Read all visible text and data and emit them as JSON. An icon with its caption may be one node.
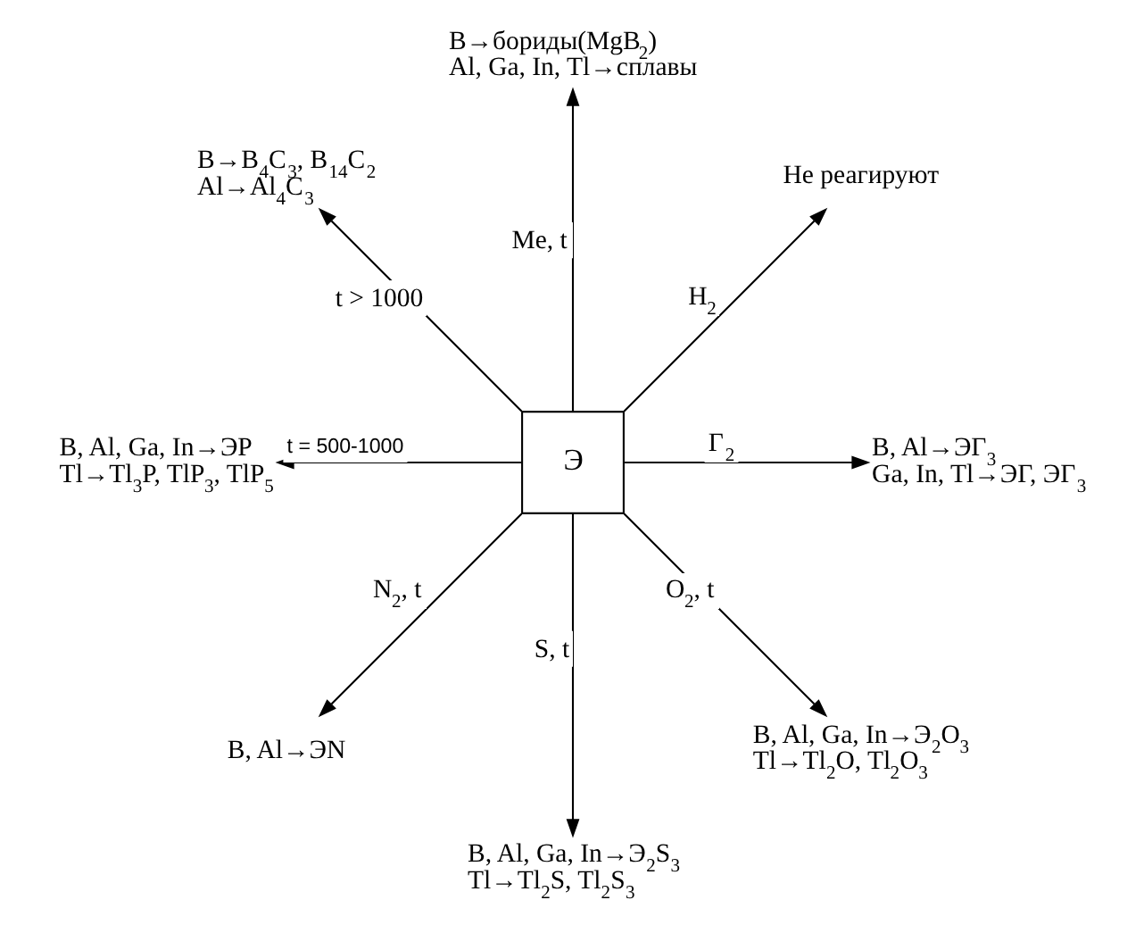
{
  "diagram": {
    "nodes": [
      {
        "text": [
          "B→бориды(MgB$_{2}$)",
          "Al, Ga, In, Tl→сплавы"
        ]
      },
      {
        "text": [
          "B→B$_{4}$C$_{3}$, B$_{14}$C$_{2}$",
          "Al→Al$_{4}$C$_{3}$"
        ]
      },
      {
        "text": [
          "Не реагируют"
        ]
      },
      {
        "text": [
          "B, Al, Ga, In→ЭP",
          "Tl→Tl$_{3}$P, TlP$_{3}$, TlP$_{5}$"
        ]
      },
      {
        "text": [
          "Э"
        ]
      },
      {
        "text": [
          "B, Al→ЭГ$_{3}$",
          "Ga, In, Tl→ЭГ, ЭГ$_{3}$"
        ]
      },
      {
        "text": [
          "B, Al→ЭN"
        ]
      },
      {
        "text": [
          "B, Al, Ga, In→Э$_{2}$O$_{3}$",
          "Tl→Tl$_{2}$O, Tl$_{2}$O$_{3}$"
        ]
      },
      {
        "text": [
          "B, Al, Ga, In→Э$_{2}$S$_{3}$",
          "Tl→Tl$_{2}$S, Tl$_{2}$S$_{3}$"
        ]
      }
    ],
    "edges": [
      {
        "from": 4,
        "to": 0,
        "arrow": "to",
        "label": "Me, t"
      },
      {
        "from": 4,
        "to": 1,
        "arrow": "to",
        "label": "t > 1000"
      },
      {
        "from": 4,
        "to": 2,
        "arrow": "to",
        "label": "H$_{2}$"
      },
      {
        "from": 4,
        "to": 3,
        "arrow": "to",
        "label": "t = 500-1000"
      },
      {
        "from": 4,
        "to": 5,
        "arrow": "to",
        "label": "Г$_{2}$"
      },
      {
        "from": 4,
        "to": 6,
        "arrow": "to",
        "label": "N$_{2}$, t"
      },
      {
        "from": 4,
        "to": 7,
        "arrow": "to",
        "label": "O$_{2}$, t"
      },
      {
        "from": 4,
        "to": 8,
        "arrow": "to",
        "label": "S, t"
      }
    ]
  }
}
